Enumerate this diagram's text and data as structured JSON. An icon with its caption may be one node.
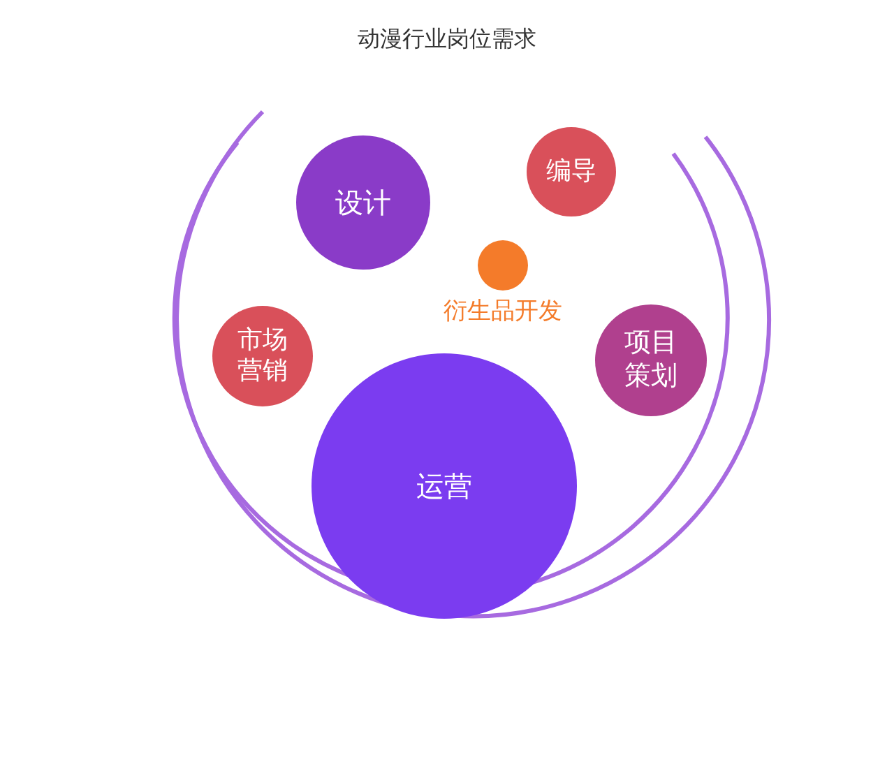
{
  "diagram": {
    "title": "动漫行业岗位需求",
    "nodes": [
      {
        "text": [
          "设计"
        ]
      },
      {
        "text": [
          "编导"
        ]
      },
      {
        "text": [
          "衍生品开发"
        ]
      },
      {
        "text": [
          "市场营销"
        ]
      },
      {
        "text": [
          "项目策划"
        ]
      },
      {
        "text": [
          "运营"
        ]
      }
    ]
  }
}
